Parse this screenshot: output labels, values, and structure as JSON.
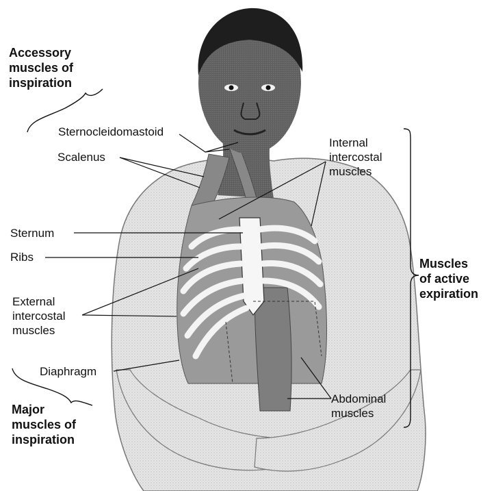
{
  "groups": {
    "accessory": "Accessory\nmuscles of\ninspiration",
    "major": "Major\nmuscles of\ninspiration",
    "active_expiration": "Muscles\nof active\nexpiration"
  },
  "labels": {
    "sternocleidomastoid": "Sternocleidomastoid",
    "scalenus": "Scalenus",
    "sternum": "Sternum",
    "ribs": "Ribs",
    "external_intercostal": "External\nintercostal\nmuscles",
    "diaphragm": "Diaphragm",
    "internal_intercostal": "Internal\nintercostal\nmuscles",
    "abdominal": "Abdominal\nmuscles"
  },
  "colors": {
    "ink": "#111111",
    "skin": "#6a6a6a",
    "hair": "#1e1e1e",
    "shirt": "#e4e4e4",
    "muscle": "#9a9a9a",
    "bone": "#f6f6f6"
  }
}
